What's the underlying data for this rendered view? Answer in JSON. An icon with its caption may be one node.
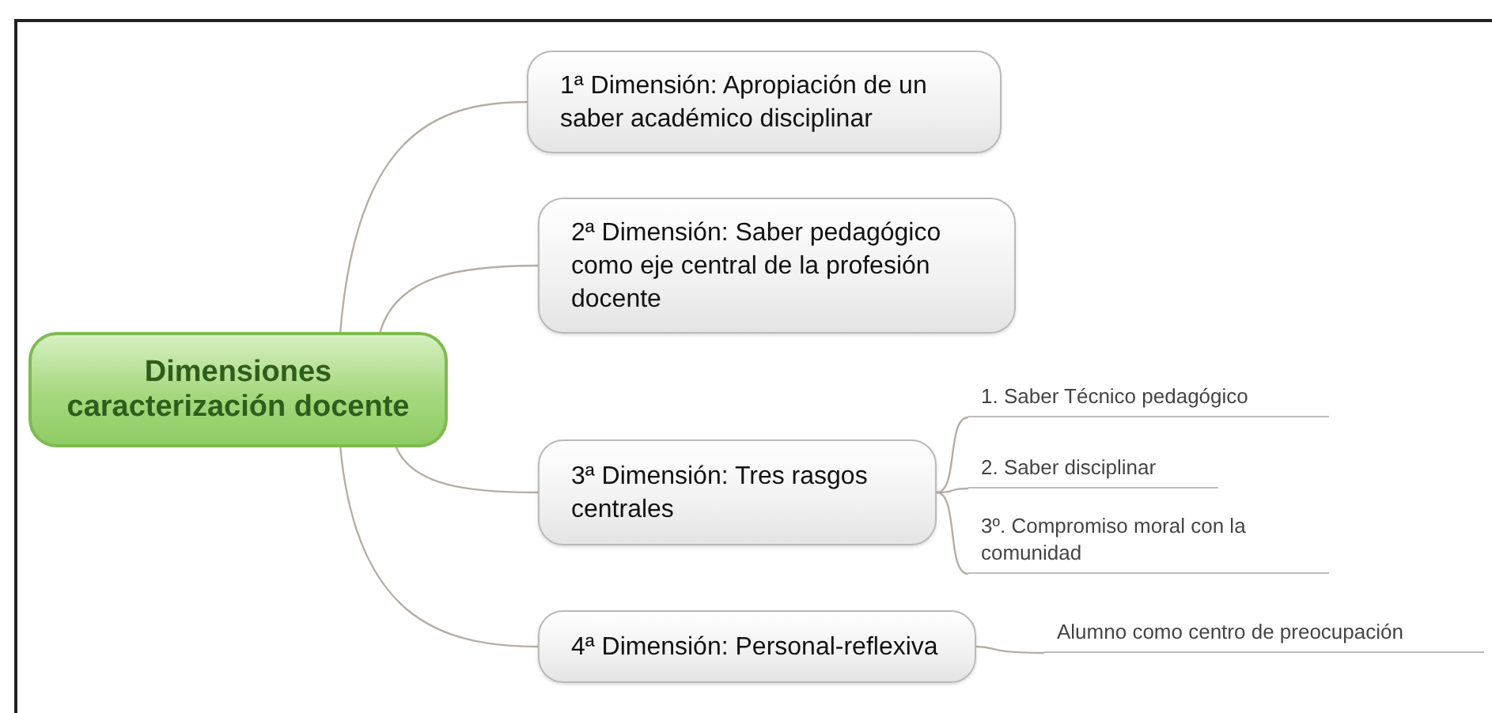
{
  "diagram": {
    "nodes": [
      {
        "text": [
          "Dimensiones caracterización docente"
        ]
      },
      {
        "text": [
          "1ª Dimensión: Apropiación de un saber académico disciplinar"
        ]
      },
      {
        "text": [
          "2ª Dimensión: Saber pedagógico como eje central de la profesión docente"
        ]
      },
      {
        "text": [
          "3ª Dimensión: Tres rasgos centrales"
        ]
      },
      {
        "text": [
          "4ª Dimensión: Personal-reflexiva"
        ]
      },
      {
        "text": [
          "1. Saber Técnico pedagógico"
        ]
      },
      {
        "text": [
          "2. Saber disciplinar"
        ]
      },
      {
        "text": [
          "3º. Compromiso moral con la comunidad"
        ]
      },
      {
        "text": [
          "Alumno como centro de preocupación"
        ]
      }
    ],
    "edges": [
      {
        "from": 0,
        "to": 1,
        "arrow": "none"
      },
      {
        "from": 0,
        "to": 2,
        "arrow": "none"
      },
      {
        "from": 0,
        "to": 3,
        "arrow": "none"
      },
      {
        "from": 0,
        "to": 4,
        "arrow": "none"
      },
      {
        "from": 3,
        "to": 5,
        "arrow": "none"
      },
      {
        "from": 3,
        "to": 6,
        "arrow": "none"
      },
      {
        "from": 3,
        "to": 7,
        "arrow": "none"
      },
      {
        "from": 4,
        "to": 8,
        "arrow": "none"
      }
    ]
  }
}
